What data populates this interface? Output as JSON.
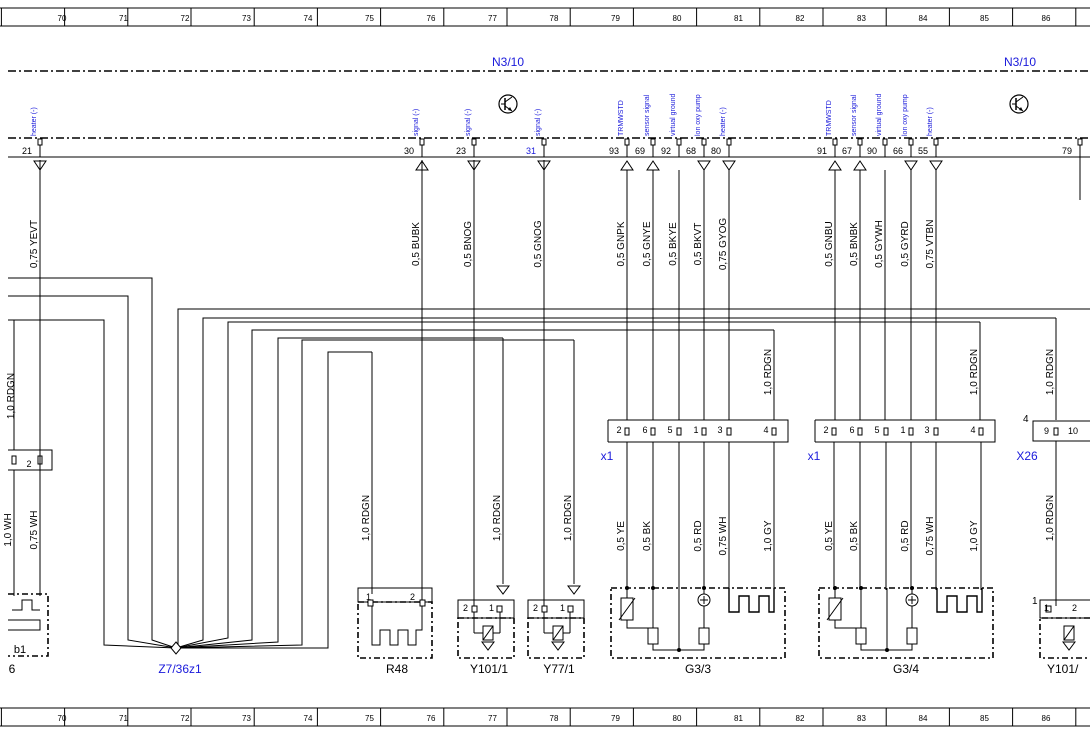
{
  "ruler": {
    "top_columns": [
      "70",
      "71",
      "72",
      "73",
      "74",
      "75",
      "76",
      "77",
      "78",
      "79",
      "80",
      "81",
      "82",
      "83",
      "84",
      "85",
      "86"
    ],
    "bottom_columns": [
      "70",
      "71",
      "72",
      "73",
      "74",
      "75",
      "76",
      "77",
      "78",
      "79",
      "80",
      "81",
      "82",
      "83",
      "84",
      "85",
      "86"
    ]
  },
  "ecu": {
    "labels": [
      "N3/10",
      "N3/10"
    ],
    "pin_functions": [
      "heater (-)",
      "signal (-)",
      "signal (-)",
      "signal (-)",
      "TRMWSTD",
      "sensor signal",
      "virtual ground",
      "lon oxy pump",
      "heater (-)",
      "TRMWSTD",
      "sensor signal",
      "virtual ground",
      "lon oxy pump",
      "heater (-)"
    ],
    "pin_numbers": [
      "21",
      "30",
      "23",
      "31",
      "93",
      "69",
      "92",
      "68",
      "80",
      "91",
      "67",
      "90",
      "66",
      "55",
      "79"
    ]
  },
  "upper_wires": [
    "0,75 YEVT",
    "0,5 BUBK",
    "0,5 BNOG",
    "0,5 GNOG",
    "0,5 GNPK",
    "0,5 GNYE",
    "0,5 BKYE",
    "0,5 BKVT",
    "0,75 GYOG",
    "0,5 GNBU",
    "0,5 BNBK",
    "0,5 GYWH",
    "0,5 GYRD",
    "0,75 VTBN"
  ],
  "rdgn_wires": [
    "1,0 RDGN",
    "1,0 RDGN",
    "1,0 RDGN",
    "1,0 RDGN",
    "1,0 RDGN",
    "1,0 RDGN",
    "1,0 RDGN",
    "1,0 RDGN"
  ],
  "left_wires": [
    "1,0 WH",
    "0,75 WH"
  ],
  "left_connector_pins": [
    "2"
  ],
  "connectors": {
    "x1_a": {
      "label": "x1",
      "pins": [
        "2",
        "6",
        "5",
        "1",
        "3",
        "4"
      ]
    },
    "x1_b": {
      "label": "x1",
      "pins": [
        "2",
        "6",
        "5",
        "1",
        "3",
        "4"
      ]
    },
    "x26": {
      "label": "X26",
      "number": "4",
      "pins": [
        "9",
        "10"
      ]
    }
  },
  "sensor_wires": [
    "0,5 YE",
    "0,5 BK",
    "0,5 RD",
    "0,75 WH",
    "1,0 GY",
    "0,5 YE",
    "0,5 BK",
    "0,5 RD",
    "0,75 WH",
    "1,0 GY"
  ],
  "components": {
    "left_partial": {
      "label": "6",
      "sublabel": "b1"
    },
    "ground": {
      "label": "Z7/36z1"
    },
    "r48": {
      "label": "R48",
      "pins": [
        "1",
        "2"
      ]
    },
    "y101_1": {
      "label": "Y101/1",
      "pins": [
        "2",
        "1"
      ]
    },
    "y77_1": {
      "label": "Y77/1",
      "pins": [
        "2",
        "1"
      ]
    },
    "g3_3": {
      "label": "G3/3"
    },
    "g3_4": {
      "label": "G3/4"
    },
    "y101_partial": {
      "label": "Y101/",
      "pins": [
        "1",
        "2"
      ],
      "number": "1"
    }
  },
  "colors": {
    "line": "#000000",
    "label_blue": "#1a1adb"
  }
}
